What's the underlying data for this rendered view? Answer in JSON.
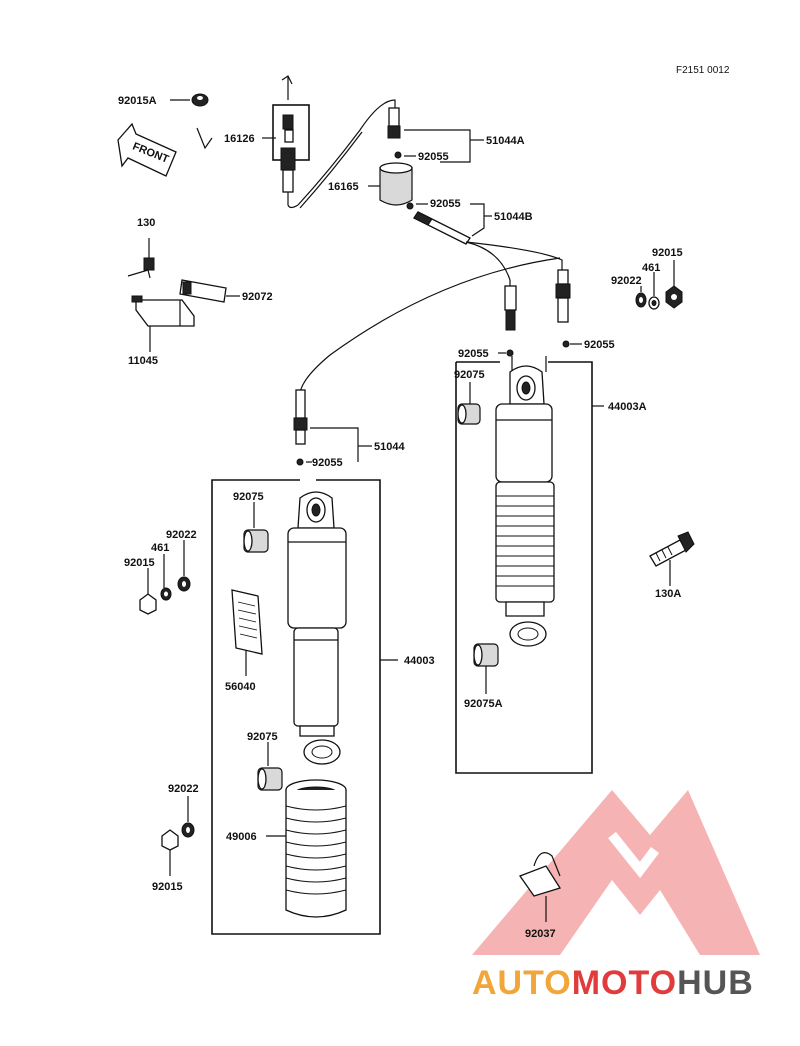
{
  "diagram_code": "F2151 0012",
  "front_arrow_label": "FRONT",
  "watermark": {
    "part1": "AUTO",
    "part2": "MOTO",
    "part3": "HUB",
    "color_orange": "#f2a63a",
    "color_red": "#e23b3b",
    "color_dark": "#555555"
  },
  "labels": {
    "p92015A": "92015A",
    "p16126": "16126",
    "p51044A": "51044A",
    "p92055_a": "92055",
    "p16165": "16165",
    "p92055_b": "92055",
    "p51044B": "51044B",
    "p130": "130",
    "p92072": "92072",
    "p11045": "11045",
    "p92015_r": "92015",
    "p461_r": "461",
    "p92022_r": "92022",
    "p92055_c": "92055",
    "p92055_d": "92055",
    "p92075_r": "92075",
    "p44003A": "44003A",
    "p51044": "51044",
    "p92055_e": "92055",
    "p92075_l": "92075",
    "p92022_l": "92022",
    "p461_l": "461",
    "p92015_l": "92015",
    "p130A": "130A",
    "p44003": "44003",
    "p56040": "56040",
    "p92075A": "92075A",
    "p92075_l2": "92075",
    "p92022_l2": "92022",
    "p49006": "49006",
    "p92015_l2": "92015",
    "p92037": "92037"
  }
}
